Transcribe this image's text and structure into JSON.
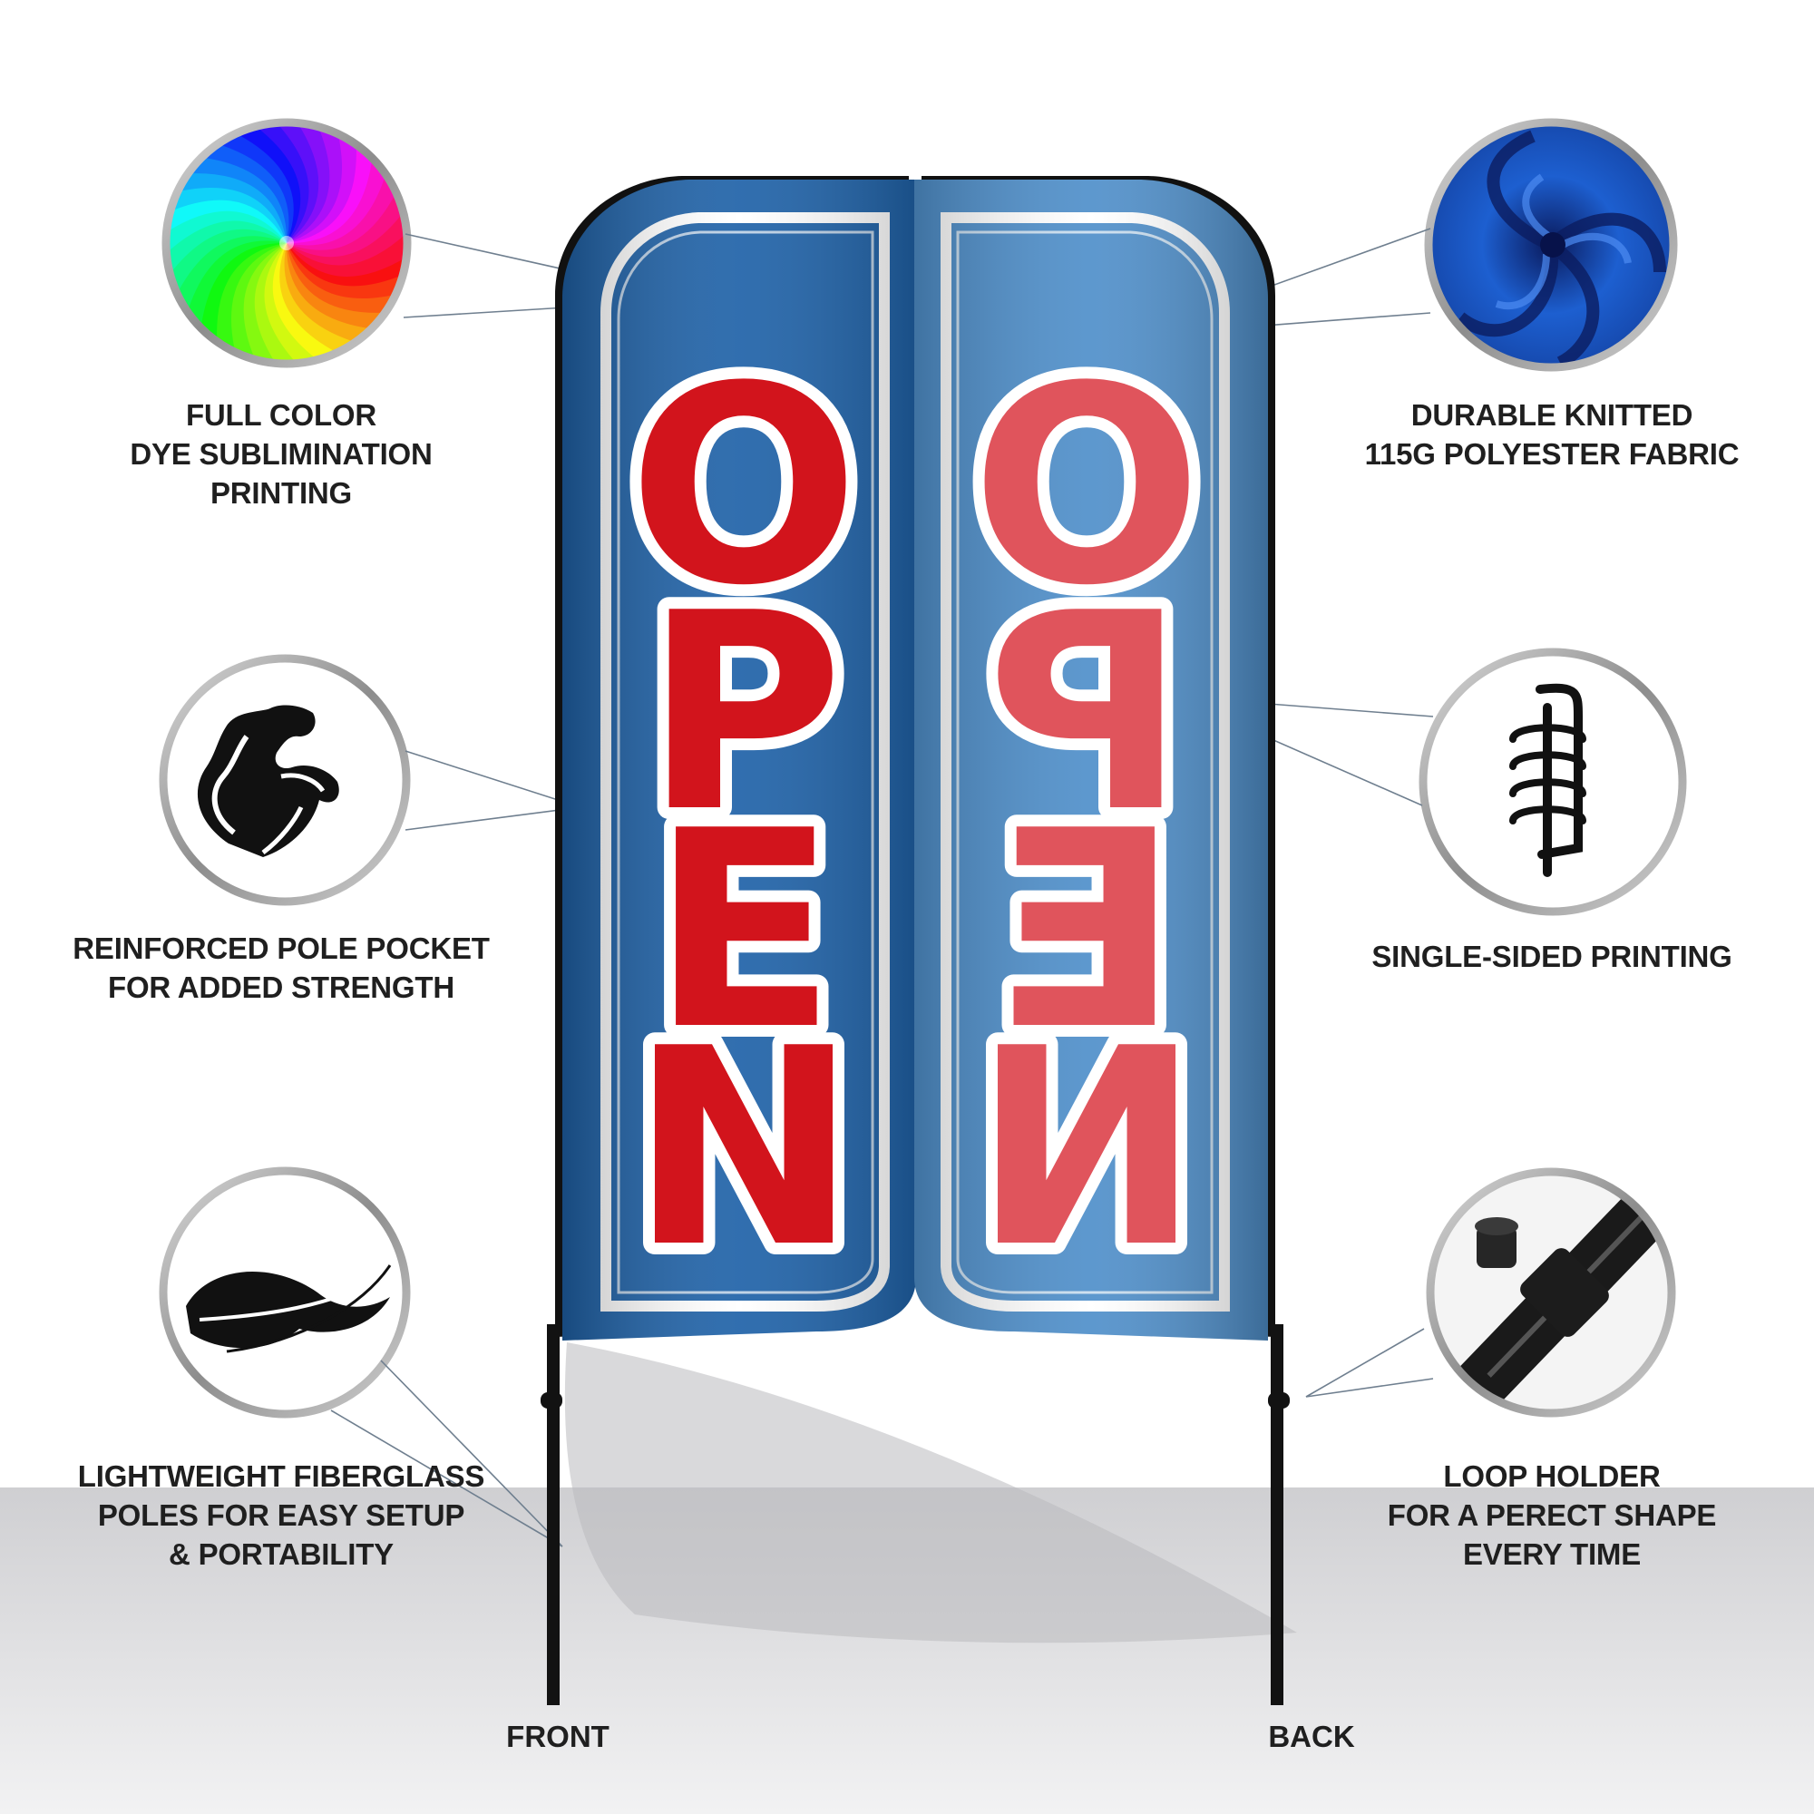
{
  "flag": {
    "text": "OPEN",
    "colors": {
      "fabric_front": "#1f62a8",
      "fabric_back": "#4f8fca",
      "letter_front": "#d2141c",
      "letter_back": "#e0545c",
      "border": "#ffffff",
      "pole": "#121212"
    }
  },
  "features": [
    {
      "lines": [
        "FULL COLOR",
        "DYE SUBLIMINATION",
        "PRINTING"
      ],
      "icon": "color-wheel-icon"
    },
    {
      "lines": [
        "DURABLE KNITTED",
        "115G POLYESTER FABRIC"
      ],
      "icon": "blue-fabric-icon"
    },
    {
      "lines": [
        "REINFORCED POLE POCKET",
        "FOR ADDED STRENGTH"
      ],
      "icon": "flexed-arm-icon"
    },
    {
      "lines": [
        "SINGLE-SIDED PRINTING"
      ],
      "icon": "flag-pole-loop-icon"
    },
    {
      "lines": [
        "LIGHTWEIGHT FIBERGLASS",
        "POLES FOR EASY SETUP",
        "& PORTABILITY"
      ],
      "icon": "feather-icon"
    },
    {
      "lines": [
        "LOOP HOLDER",
        "FOR A PERECT SHAPE",
        "EVERY TIME"
      ],
      "icon": "loop-holder-clip-icon"
    }
  ],
  "sides": {
    "front": "FRONT",
    "back": "BACK"
  }
}
